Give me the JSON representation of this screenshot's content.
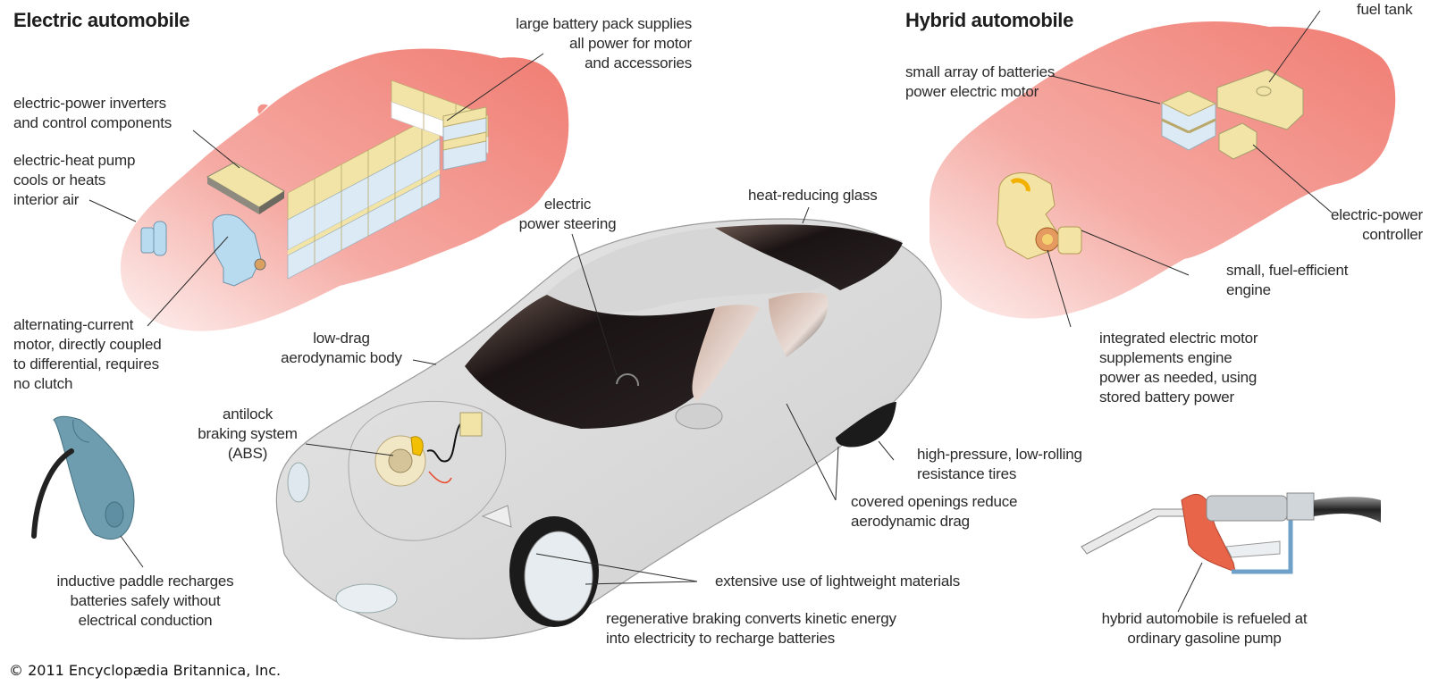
{
  "electric": {
    "title": "Electric automobile",
    "labels": {
      "battery_pack": "large battery pack supplies\nall power for motor\nand accessories",
      "inverters": "electric-power inverters\nand control components",
      "heat_pump": "electric-heat pump\ncools or heats\ninterior air",
      "ac_motor": "alternating-current\nmotor, directly coupled\nto differential, requires\nno clutch",
      "paddle": "inductive paddle recharges\nbatteries safely without\nelectrical conduction"
    }
  },
  "car": {
    "labels": {
      "power_steering": "electric\npower steering",
      "heat_glass": "heat-reducing glass",
      "low_drag": "low-drag\naerodynamic body",
      "abs": "antilock\nbraking system\n(ABS)",
      "tires": "high-pressure, low-rolling\nresistance tires",
      "covered_openings": "covered openings reduce\naerodynamic drag",
      "lightweight": "extensive use of lightweight materials",
      "regen": "regenerative braking converts kinetic energy\ninto electricity to recharge batteries"
    }
  },
  "hybrid": {
    "title": "Hybrid automobile",
    "labels": {
      "fuel_tank": "fuel tank",
      "batteries": "small array of batteries\npower electric motor",
      "controller": "electric-power\ncontroller",
      "engine": "small, fuel-efficient\nengine",
      "integrated_motor": "integrated electric motor\nsupplements engine\npower as needed, using\nstored battery power",
      "pump": "hybrid automobile is refueled at\nordinary gasoline pump"
    }
  },
  "copyright": "© 2011 Encyclopædia  Britannica, Inc.",
  "colors": {
    "silhouette": "#f08a80",
    "silhouette_fade": "#fbe4e2",
    "car_body": "#d9d9d9",
    "glass": "#1c1414",
    "battery_yellow": "#f1e4a6",
    "battery_blue": "#dceaf5",
    "motor_blue": "#b9dbef",
    "paddle": "#5f8fa3",
    "pump_nozzle": "#e8654a"
  }
}
